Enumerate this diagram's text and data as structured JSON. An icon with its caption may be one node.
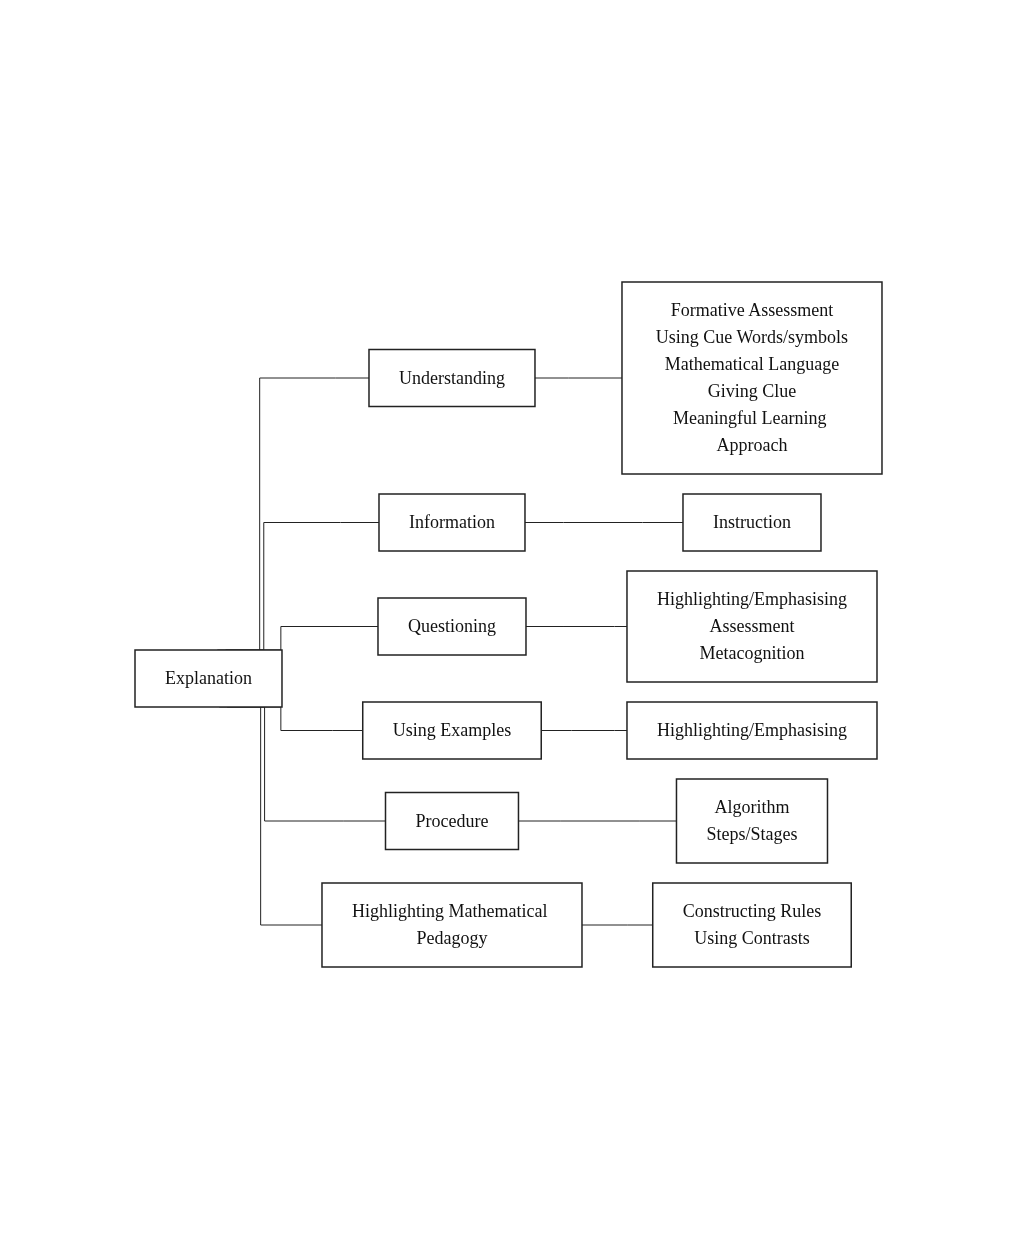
{
  "diagram": {
    "nodes": [
      {
        "text": [
          "Explanation"
        ]
      },
      {
        "text": [
          "Understanding"
        ]
      },
      {
        "text": [
          "Formative Assessment",
          "Using Cue Words/symbols",
          "Mathematical Language",
          "Giving Clue",
          "Meaningful Learning Approach"
        ]
      },
      {
        "text": [
          "Information"
        ]
      },
      {
        "text": [
          "Instruction"
        ]
      },
      {
        "text": [
          "Questioning"
        ]
      },
      {
        "text": [
          "Highlighting/Emphasising",
          "Assessment",
          "Metacognition"
        ]
      },
      {
        "text": [
          "Using Examples"
        ]
      },
      {
        "text": [
          "Highlighting/Emphasising"
        ]
      },
      {
        "text": [
          "Procedure"
        ]
      },
      {
        "text": [
          "Algorithm",
          "Steps/Stages"
        ]
      },
      {
        "text": [
          "Highlighting Mathematical Pedagogy"
        ]
      },
      {
        "text": [
          "Constructing Rules",
          "Using Contrasts"
        ]
      }
    ],
    "edges": [
      {
        "from": 0,
        "to": 1,
        "arrow": "none"
      },
      {
        "from": 1,
        "to": 2,
        "arrow": "none"
      },
      {
        "from": 0,
        "to": 3,
        "arrow": "none"
      },
      {
        "from": 3,
        "to": 4,
        "arrow": "none"
      },
      {
        "from": 0,
        "to": 5,
        "arrow": "none"
      },
      {
        "from": 5,
        "to": 6,
        "arrow": "none"
      },
      {
        "from": 0,
        "to": 7,
        "arrow": "none"
      },
      {
        "from": 7,
        "to": 8,
        "arrow": "none"
      },
      {
        "from": 0,
        "to": 9,
        "arrow": "none"
      },
      {
        "from": 9,
        "to": 10,
        "arrow": "none"
      },
      {
        "from": 0,
        "to": 11,
        "arrow": "none"
      },
      {
        "from": 11,
        "to": 12,
        "arrow": "none"
      }
    ]
  }
}
